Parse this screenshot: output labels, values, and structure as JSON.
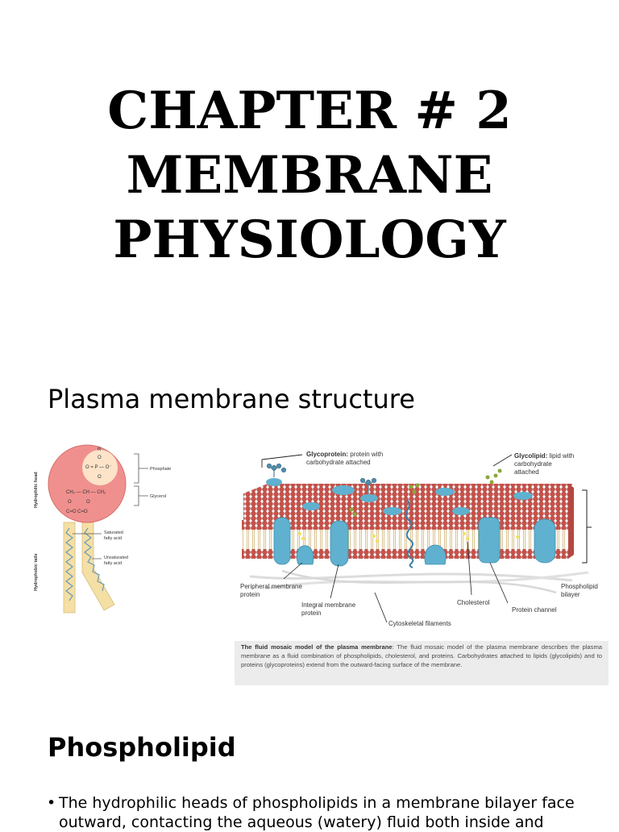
{
  "title": {
    "line1": "CHAPTER # 2",
    "line2": "MEMBRANE",
    "line3": "PHYSIOLOGY"
  },
  "section_heading": "Plasma membrane structure",
  "phospholipid_figure": {
    "side_labels": {
      "head": "Hydrophilic head",
      "tails": "Hydrophobic tails"
    },
    "labels": {
      "phosphate": "Phosphate",
      "glycerol": "Glycerol",
      "saturated_1": "Saturated",
      "saturated_2": "fatty acid",
      "unsaturated_1": "Unsaturated",
      "unsaturated_2": "fatty acid"
    },
    "chem": {
      "r": "R",
      "o_top": "O",
      "phosphate_row": "O = P — O⁻",
      "o_mid": "O",
      "glycerol_row": "CH₂ — CH — CH₂",
      "o_left": "O",
      "o_right": "O",
      "ester_row": "C=O  C=O"
    }
  },
  "mosaic_figure": {
    "glycoprotein_bold": "Glycoprotein:",
    "glycoprotein_text_1": " protein with",
    "glycoprotein_text_2": "carbohydrate attached",
    "glycolipid_bold": "Glycolipid:",
    "glycolipid_text_1": " lipid with",
    "glycolipid_text_2": "carbohydrate",
    "glycolipid_text_3": "attached",
    "peripheral_1": "Peripheral membrane",
    "peripheral_2": "protein",
    "integral_1": "Integral membrane",
    "integral_2": "protein",
    "cytoskeletal": "Cytoskeletal filaments",
    "cholesterol": "Cholesterol",
    "protein_channel": "Protein channel",
    "bilayer_1": "Phospholipid",
    "bilayer_2": "bilayer"
  },
  "caption": {
    "bold": "The fluid mosaic model of the plasma membrane",
    "text": ": The fluid mosaic model of the plasma membrane describes the plasma membrane as a fluid combination of phospholipids, cholesterol, and proteins. Carbohydrates attached to lipids (glycolipids) and to proteins (glycoproteins) extend from the outward-facing surface of the membrane."
  },
  "phospholipid_heading": "Phospholipid",
  "bullet": {
    "symbol": "•",
    "line1": "The hydrophilic heads of phospholipids in a membrane bilayer face",
    "line2": "outward, contacting the aqueous (watery) fluid both inside and"
  },
  "colors": {
    "head_pink": "#f0908e",
    "head_inner": "#fde3c8",
    "tail_tan": "#f4dfa5",
    "lipid_red": "#c8524a",
    "protein_blue": "#5fb1cf",
    "carb_green": "#8aa83a",
    "caption_bg": "#ececec"
  }
}
